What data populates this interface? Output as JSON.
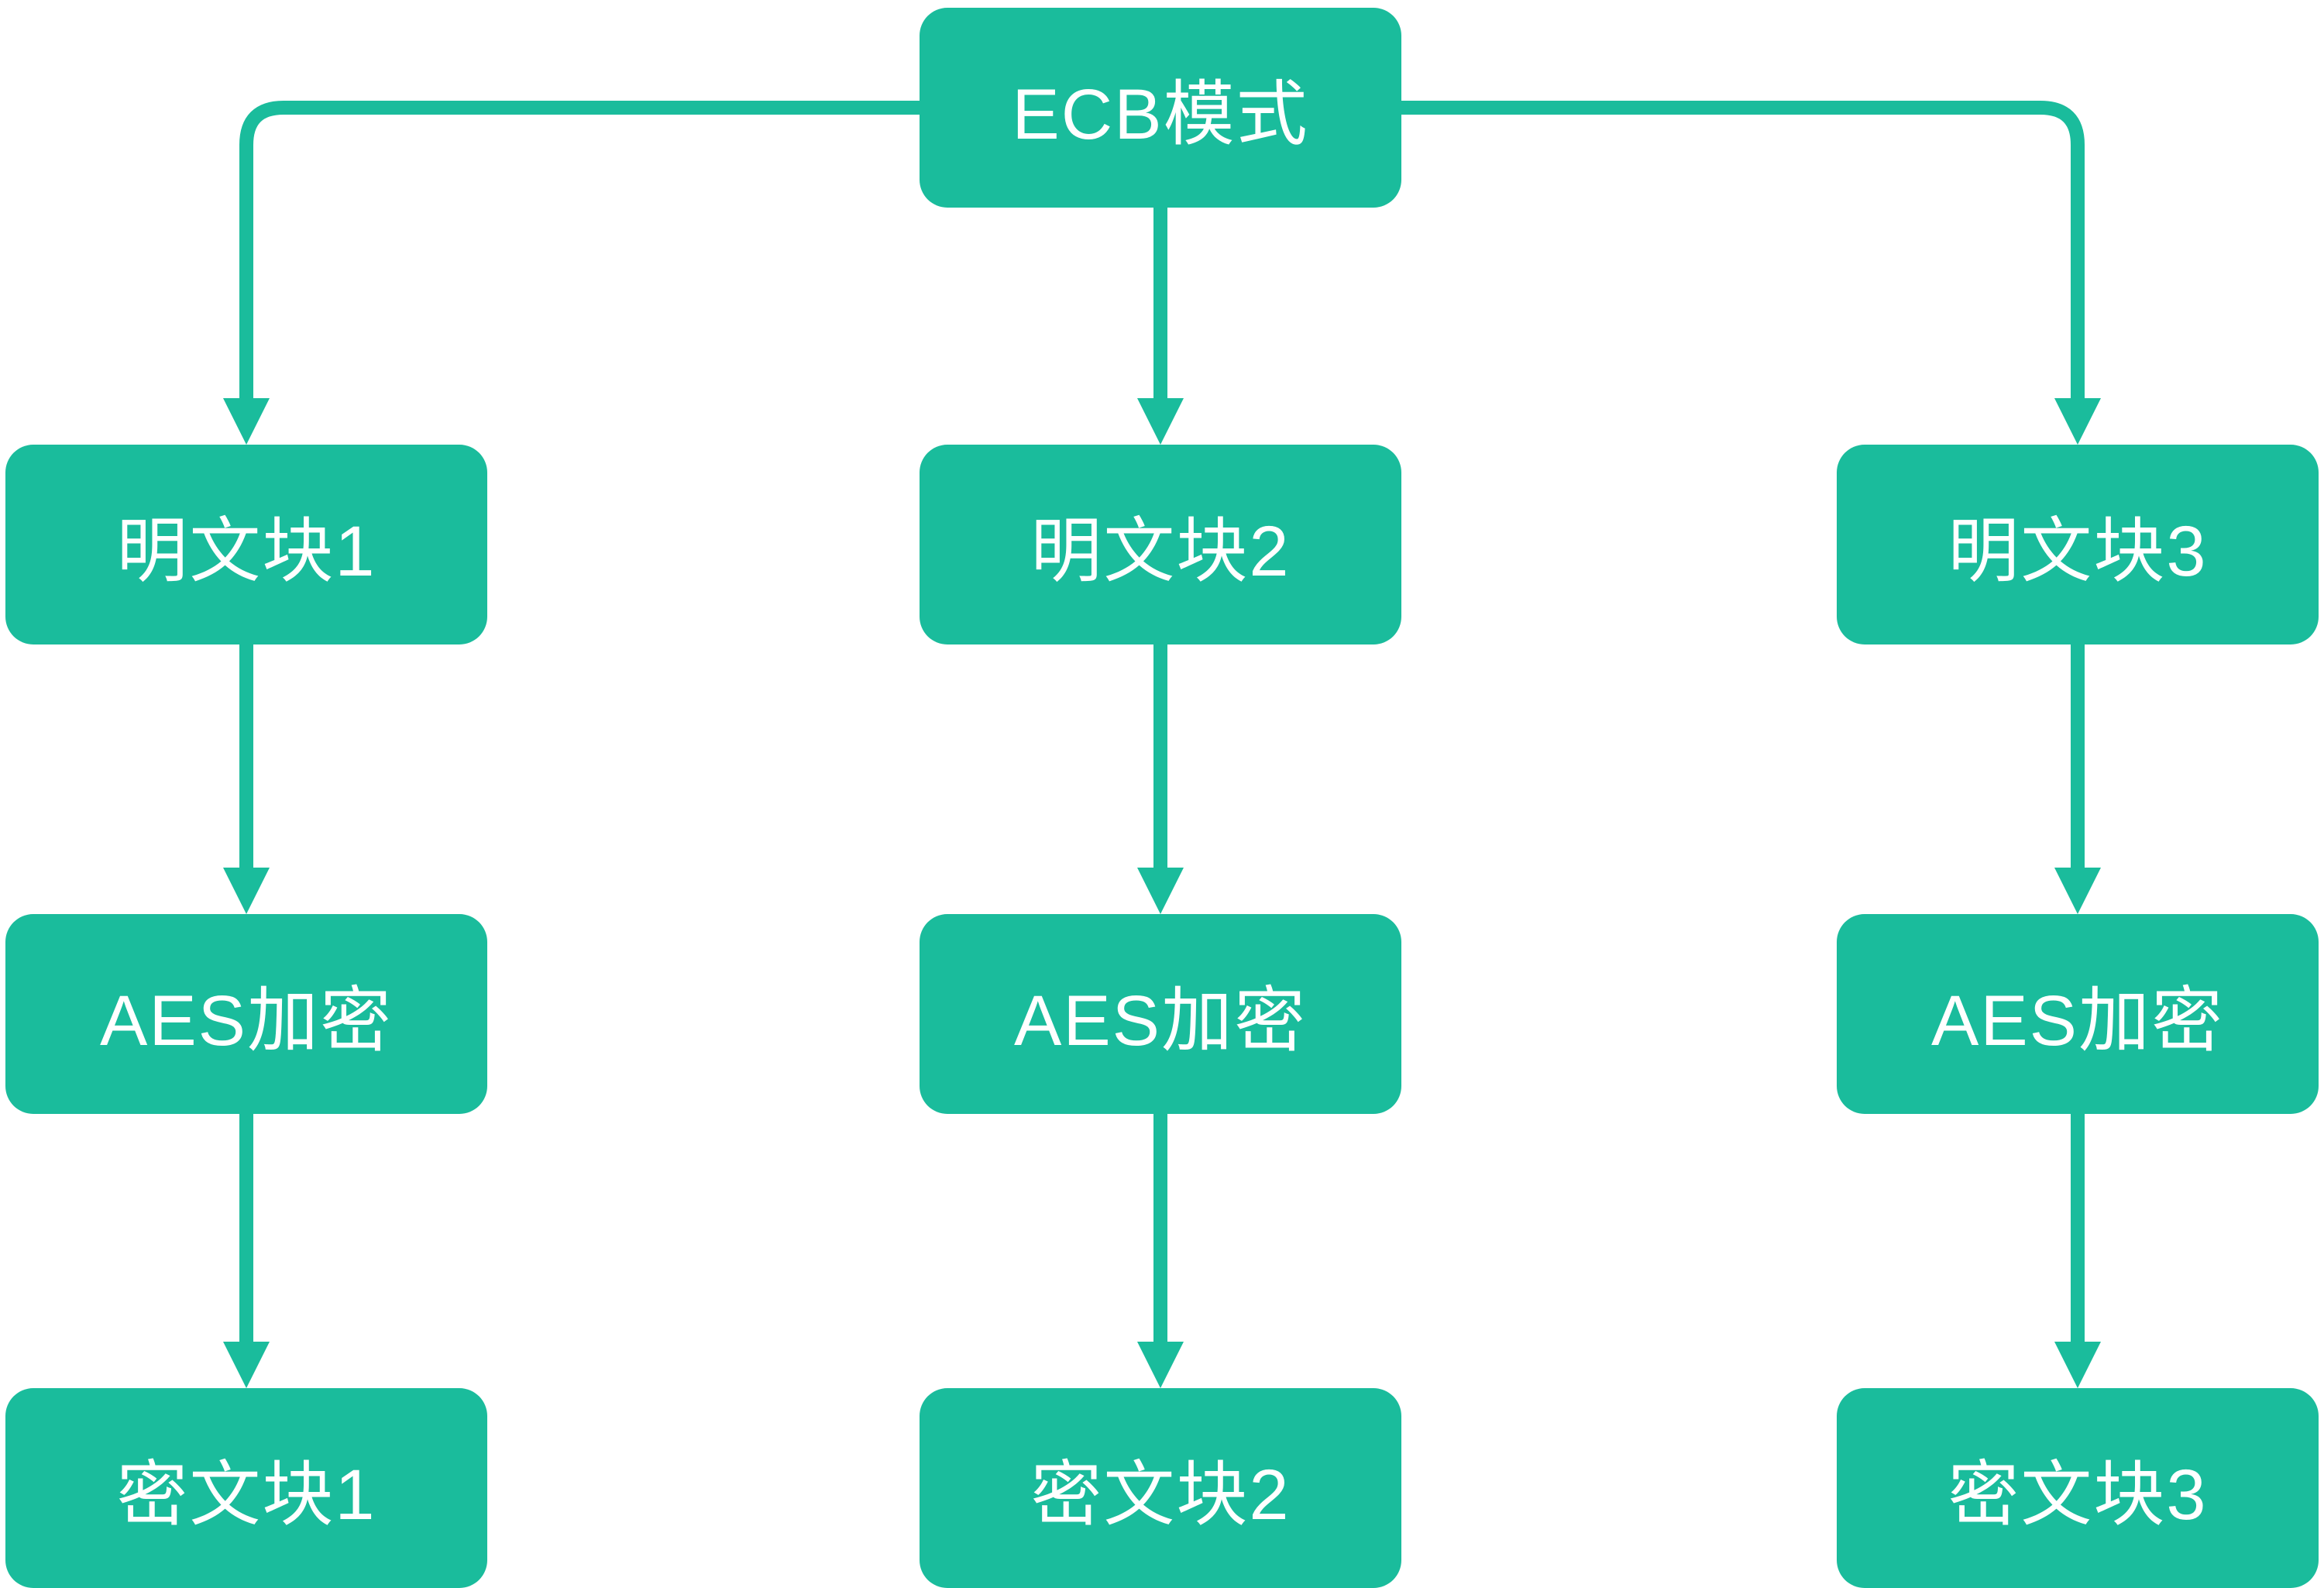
{
  "diagram": {
    "colors": {
      "node_fill": "#1abc9c",
      "node_text": "#ffffff",
      "connector": "#1abc9c",
      "background": "#ffffff"
    },
    "nodes": [
      {
        "id": "ecb",
        "label": "ECB模式"
      },
      {
        "id": "plain1",
        "label": "明文块1"
      },
      {
        "id": "plain2",
        "label": "明文块2"
      },
      {
        "id": "plain3",
        "label": "明文块3"
      },
      {
        "id": "aes1",
        "label": "AES加密"
      },
      {
        "id": "aes2",
        "label": "AES加密"
      },
      {
        "id": "aes3",
        "label": "AES加密"
      },
      {
        "id": "cipher1",
        "label": "密文块1"
      },
      {
        "id": "cipher2",
        "label": "密文块2"
      },
      {
        "id": "cipher3",
        "label": "密文块3"
      }
    ],
    "edges": [
      {
        "from": "ecb",
        "to": "plain1"
      },
      {
        "from": "ecb",
        "to": "plain2"
      },
      {
        "from": "ecb",
        "to": "plain3"
      },
      {
        "from": "plain1",
        "to": "aes1"
      },
      {
        "from": "plain2",
        "to": "aes2"
      },
      {
        "from": "plain3",
        "to": "aes3"
      },
      {
        "from": "aes1",
        "to": "cipher1"
      },
      {
        "from": "aes2",
        "to": "cipher2"
      },
      {
        "from": "aes3",
        "to": "cipher3"
      }
    ]
  }
}
